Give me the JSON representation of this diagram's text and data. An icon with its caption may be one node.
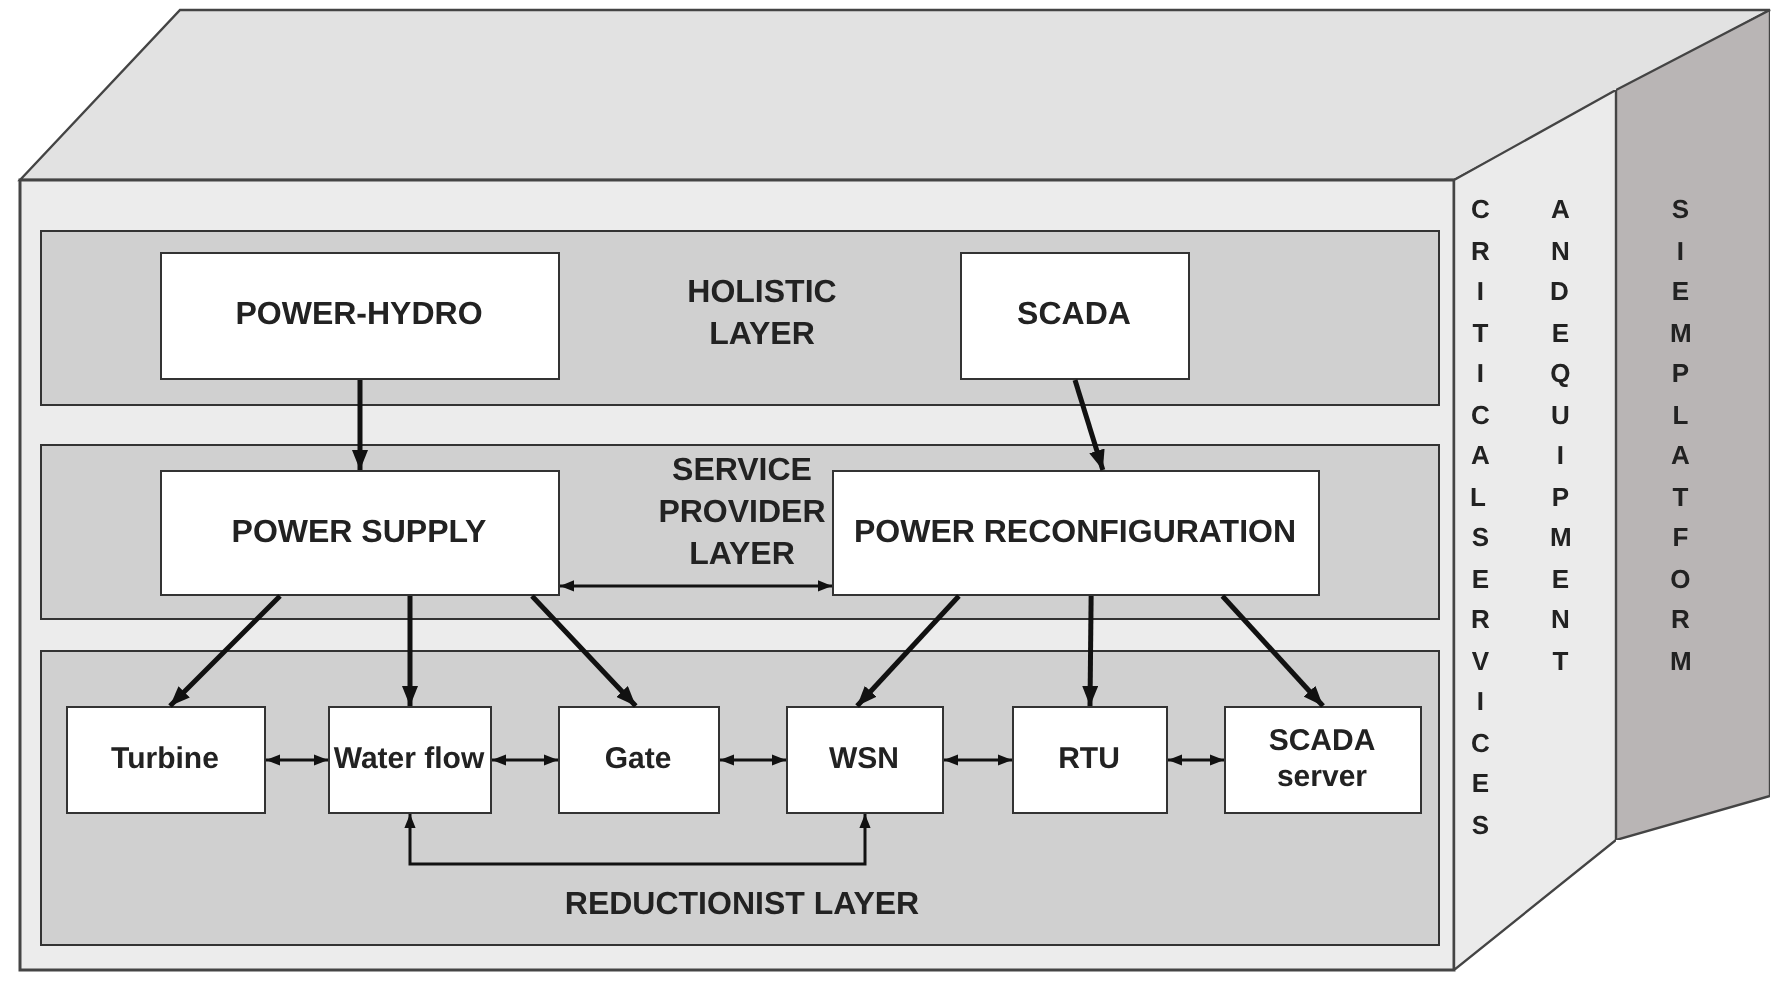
{
  "diagram": {
    "nodes": [
      {
        "text": [
          "HOLISTIC LAYER"
        ]
      },
      {
        "text": [
          "POWER-HYDRO"
        ],
        "in": 0
      },
      {
        "text": [
          "SCADA"
        ],
        "in": 0
      },
      {
        "text": [
          "SERVICE PROVIDER LAYER"
        ]
      },
      {
        "text": [
          "POWER SUPPLY"
        ],
        "in": 3
      },
      {
        "text": [
          "POWER RECONFIGURATION"
        ],
        "in": 3
      },
      {
        "text": [
          "REDUCTIONIST LAYER"
        ]
      },
      {
        "text": [
          "Turbine"
        ],
        "in": 6
      },
      {
        "text": [
          "Water flow"
        ],
        "in": 6
      },
      {
        "text": [
          "Gate"
        ],
        "in": 6
      },
      {
        "text": [
          "WSN"
        ],
        "in": 6
      },
      {
        "text": [
          "RTU"
        ],
        "in": 6
      },
      {
        "text": [
          "SCADA server"
        ],
        "in": 6
      },
      {
        "text": [
          "CRITICAL SERVICES",
          "AND EQUIPMENT"
        ]
      },
      {
        "text": [
          "SIEM PLATFORM"
        ]
      }
    ],
    "edges": [
      {
        "from": 1,
        "to": 4,
        "arrow": "to"
      },
      {
        "from": 2,
        "to": 5,
        "arrow": "to"
      },
      {
        "from": 4,
        "to": 5,
        "arrow": "both"
      },
      {
        "from": 4,
        "to": 7,
        "arrow": "to"
      },
      {
        "from": 4,
        "to": 8,
        "arrow": "to"
      },
      {
        "from": 4,
        "to": 9,
        "arrow": "to"
      },
      {
        "from": 5,
        "to": 10,
        "arrow": "to"
      },
      {
        "from": 5,
        "to": 11,
        "arrow": "to"
      },
      {
        "from": 5,
        "to": 12,
        "arrow": "to"
      },
      {
        "from": 7,
        "to": 8,
        "arrow": "both"
      },
      {
        "from": 8,
        "to": 9,
        "arrow": "both"
      },
      {
        "from": 9,
        "to": 10,
        "arrow": "both"
      },
      {
        "from": 10,
        "to": 11,
        "arrow": "both"
      },
      {
        "from": 11,
        "to": 12,
        "arrow": "both"
      },
      {
        "from": 8,
        "to": 10,
        "arrow": "both"
      }
    ]
  }
}
